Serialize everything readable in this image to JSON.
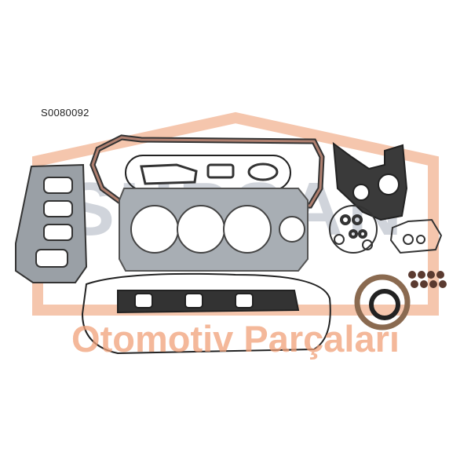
{
  "product": {
    "code": "S0080092"
  },
  "watermark": {
    "brand": "SUPSAN",
    "tagline": "Otomotiv Parçaları",
    "accent_color": "#f0a070",
    "brand_color": "#9aa3b0"
  },
  "image": {
    "subject": "engine-gasket-set"
  }
}
